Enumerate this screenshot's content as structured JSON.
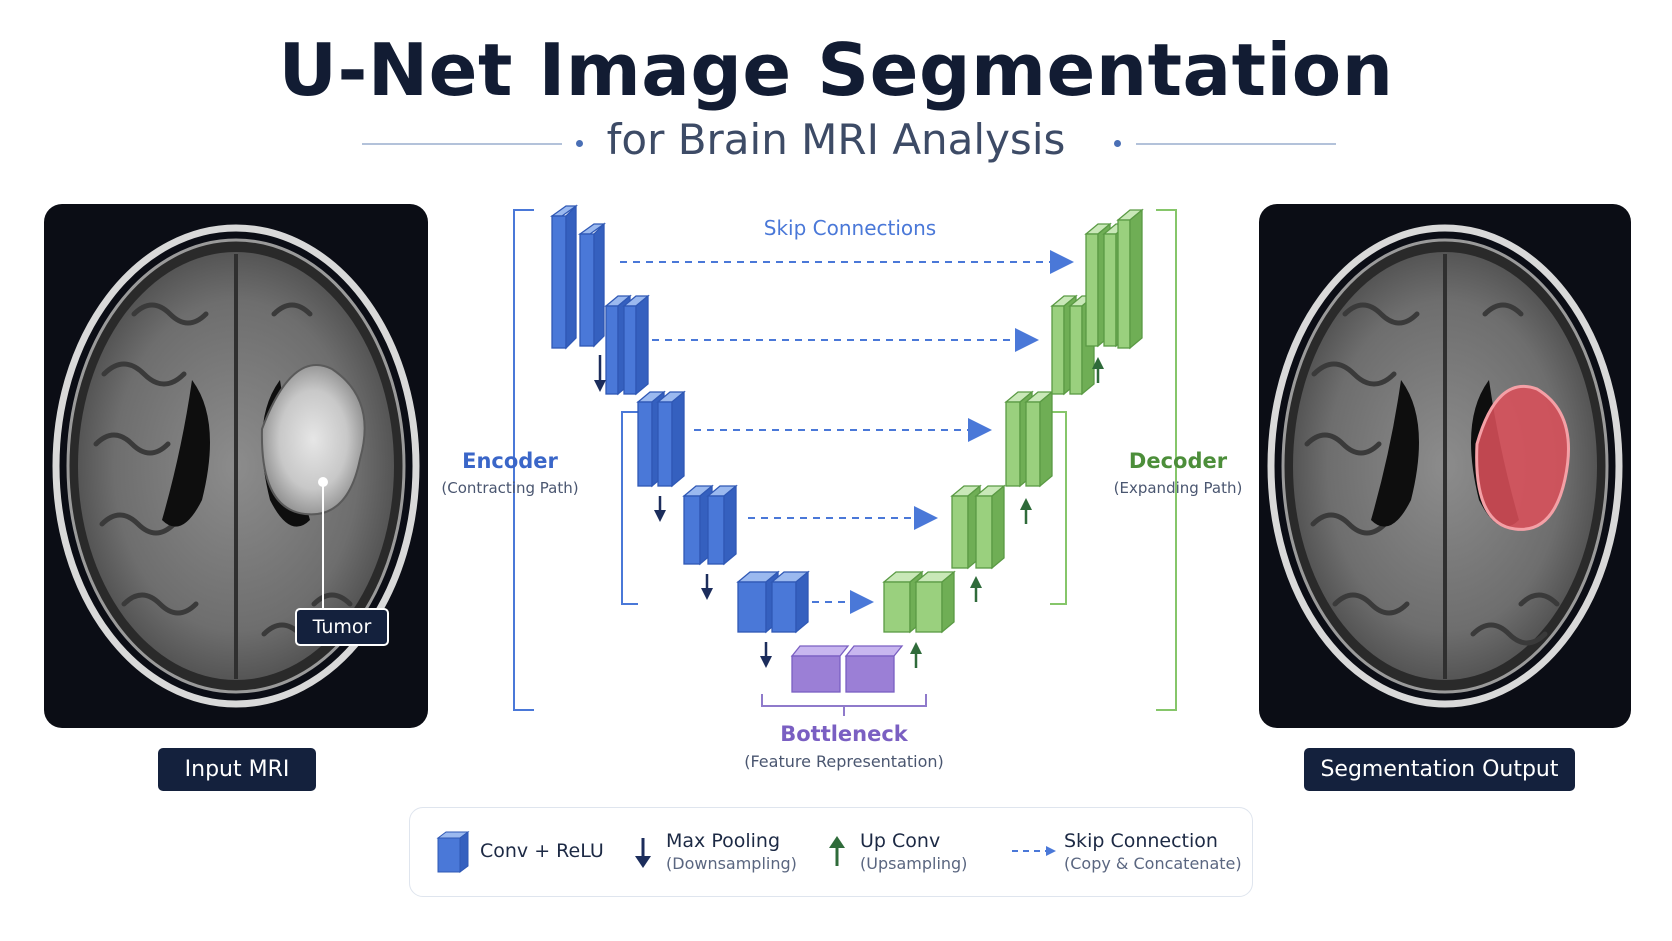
{
  "title": "U-Net Image Segmentation",
  "subtitle": "for Brain MRI Analysis",
  "colors": {
    "encoder": "#4a78d8",
    "decoder": "#86c66a",
    "bottleneck": "#9b7fd6",
    "dark": "#14213d",
    "tumor_mask": "#d9505a"
  },
  "left_panel": {
    "caption": "Input MRI",
    "tumor_label": "Tumor"
  },
  "right_panel": {
    "caption": "Segmentation Output"
  },
  "diagram": {
    "skip_connections_label": "Skip Connections",
    "encoder_label": "Encoder",
    "encoder_sub": "(Contracting Path)",
    "decoder_label": "Decoder",
    "decoder_sub": "(Expanding Path)",
    "bottleneck_label": "Bottleneck",
    "bottleneck_sub": "(Feature Representation)"
  },
  "legend": [
    {
      "icon": "conv-block-icon",
      "label": "Conv + ReLU",
      "sub": ""
    },
    {
      "icon": "down-arrow-icon",
      "label": "Max Pooling",
      "sub": "(Downsampling)"
    },
    {
      "icon": "up-arrow-icon",
      "label": "Up Conv",
      "sub": "(Upsampling)"
    },
    {
      "icon": "dashed-arrow-icon",
      "label": "Skip Connection",
      "sub": "(Copy & Concatenate)"
    }
  ]
}
